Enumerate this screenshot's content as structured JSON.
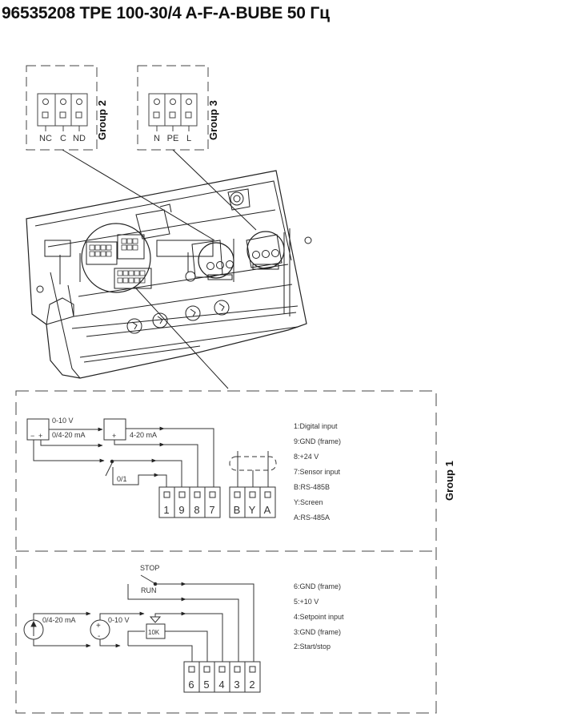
{
  "title": "96535208 TPE 100-30/4 A-F-A-BUBE 50 Гц",
  "groups": {
    "group2": {
      "label": "Group 2",
      "terminals": [
        "NC",
        "C",
        "ND"
      ]
    },
    "group3": {
      "label": "Group 3",
      "terminals": [
        "N",
        "PE",
        "L"
      ]
    },
    "group1": {
      "label": "Group 1",
      "upper": {
        "source1_labels": [
          "0-10 V",
          "0/4-20 mA"
        ],
        "source1_polarity": [
          "−",
          "+"
        ],
        "sensor_label": "4-20 mA",
        "sensor_polarity": "+",
        "switch_label": "0/1",
        "terminal_block_a": [
          "1",
          "9",
          "8",
          "7"
        ],
        "terminal_block_b": [
          "B",
          "Y",
          "A"
        ],
        "legend": [
          "1:Digital input",
          "9:GND (frame)",
          "8:+24 V",
          "7:Sensor input",
          "B:RS-485B",
          "Y:Screen",
          "A:RS-485A"
        ]
      },
      "lower": {
        "stop_label": "STOP",
        "run_label": "RUN",
        "current_source_label": "0/4-20 mA",
        "voltage_source_label": "0-10 V",
        "potentiometer_label": "10K",
        "terminal_block": [
          "6",
          "5",
          "4",
          "3",
          "2"
        ],
        "legend": [
          "6:GND (frame)",
          "5:+10 V",
          "4:Setpoint input",
          "3:GND (frame)",
          "2:Start/stop"
        ]
      }
    }
  }
}
